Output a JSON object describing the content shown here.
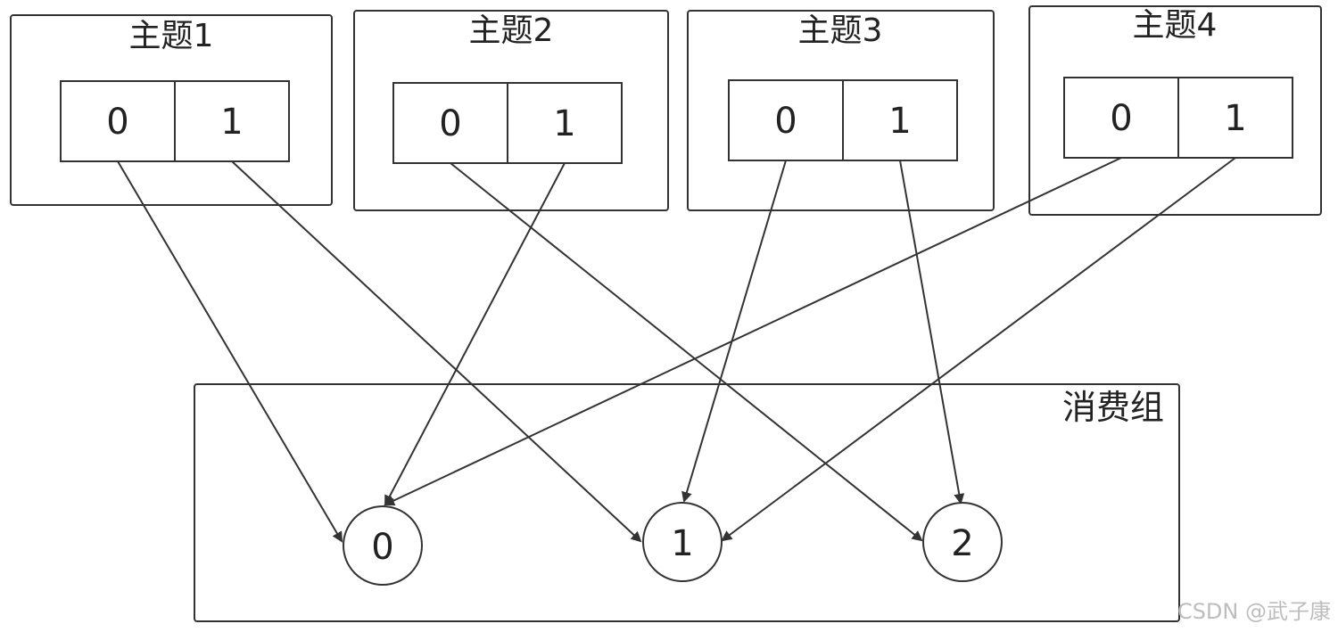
{
  "topics": [
    {
      "title": "主题1",
      "partitions": [
        "0",
        "1"
      ]
    },
    {
      "title": "主题2",
      "partitions": [
        "0",
        "1"
      ]
    },
    {
      "title": "主题3",
      "partitions": [
        "0",
        "1"
      ]
    },
    {
      "title": "主题4",
      "partitions": [
        "0",
        "1"
      ]
    }
  ],
  "consumer_group": {
    "title": "消费组",
    "consumers": [
      "0",
      "1",
      "2"
    ]
  },
  "assignments": [
    {
      "topic": "主题1",
      "partition": "0",
      "consumer": "0"
    },
    {
      "topic": "主题1",
      "partition": "1",
      "consumer": "1"
    },
    {
      "topic": "主题2",
      "partition": "0",
      "consumer": "2"
    },
    {
      "topic": "主题2",
      "partition": "1",
      "consumer": "0"
    },
    {
      "topic": "主题3",
      "partition": "0",
      "consumer": "1"
    },
    {
      "topic": "主题3",
      "partition": "1",
      "consumer": "2"
    },
    {
      "topic": "主题4",
      "partition": "0",
      "consumer": "0"
    },
    {
      "topic": "主题4",
      "partition": "1",
      "consumer": "1"
    }
  ],
  "watermark": "CSDN @武子康"
}
